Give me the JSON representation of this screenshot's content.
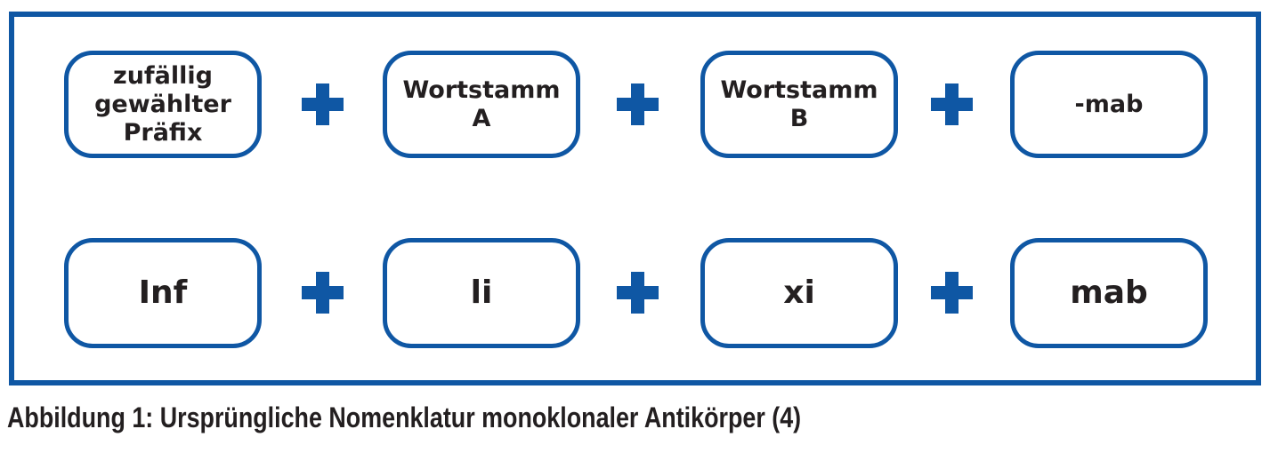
{
  "figure": {
    "caption": "Abbildung 1: Ursprüngliche Nomenklatur monoklonaler Antikörper (4)",
    "operator": "+",
    "colors": {
      "accent_blue": "#0f57a4",
      "text_ink": "#231f20",
      "background": "#ffffff"
    },
    "rows": [
      {
        "name": "nomenklatur-schema",
        "boxes": [
          {
            "label": "zufällig\ngewählter\nPräfix"
          },
          {
            "label": "Wortstamm\nA"
          },
          {
            "label": "Wortstamm\nB"
          },
          {
            "label": "-mab"
          }
        ]
      },
      {
        "name": "beispiel-infliximab",
        "boxes": [
          {
            "label": "Inf"
          },
          {
            "label": "li"
          },
          {
            "label": "xi"
          },
          {
            "label": "mab"
          }
        ]
      }
    ]
  }
}
